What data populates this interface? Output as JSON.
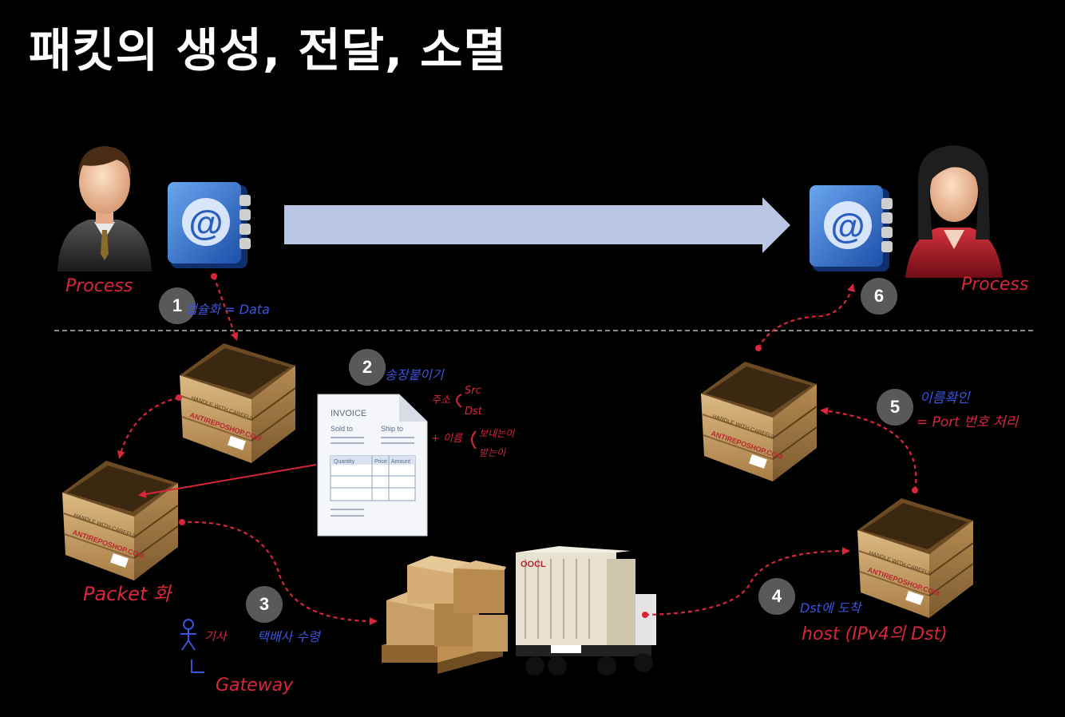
{
  "title": "패킷의 생성, 전달, 소멸",
  "steps": [
    {
      "num": "1",
      "note": "캡슐화 = Data"
    },
    {
      "num": "2",
      "note": "송장붙이기"
    },
    {
      "num": "3",
      "note": "택배사 수령"
    },
    {
      "num": "4",
      "note": "Dst에 도착"
    },
    {
      "num": "5",
      "note": "이름확인"
    },
    {
      "num": "6",
      "note": ""
    }
  ],
  "labels": {
    "sender_process": "Process",
    "receiver_process": "Process",
    "packet": "Packet 화",
    "gateway_person": "기사",
    "gateway": "Gateway",
    "host": "host (IPv4의 Dst)",
    "port": "= Port 번호 처리"
  },
  "invoice": {
    "heading": "INVOICE",
    "sold_to": "Sold to",
    "ship_to": "Ship to",
    "col_quantity": "Quantity",
    "col_price": "Price",
    "col_amount": "Amount",
    "note_addr": "주소",
    "note_src": "Src",
    "note_dst": "Dst",
    "note_name": "+ 이름",
    "note_sender": "보내는이",
    "note_receiver": "받는이"
  },
  "crate": {
    "brand": "ANTIREPOSHOP.COM",
    "handle": "HANDLE WITH CAREFUL"
  },
  "truck": {
    "brand": "OOCL"
  },
  "colors": {
    "background": "#000000",
    "arrow_fill": "#b9c6e4",
    "dashed_red": "#d8263a",
    "handwriting_blue": "#3a55e0",
    "badge_gray": "#595959",
    "crate_wood": "#c9a36a"
  },
  "icons": [
    "businessman-icon",
    "address-book-icon",
    "businesswoman-icon",
    "crate-icon",
    "invoice-icon",
    "boxes-pallet-icon",
    "container-truck-icon",
    "stick-figure-icon"
  ]
}
